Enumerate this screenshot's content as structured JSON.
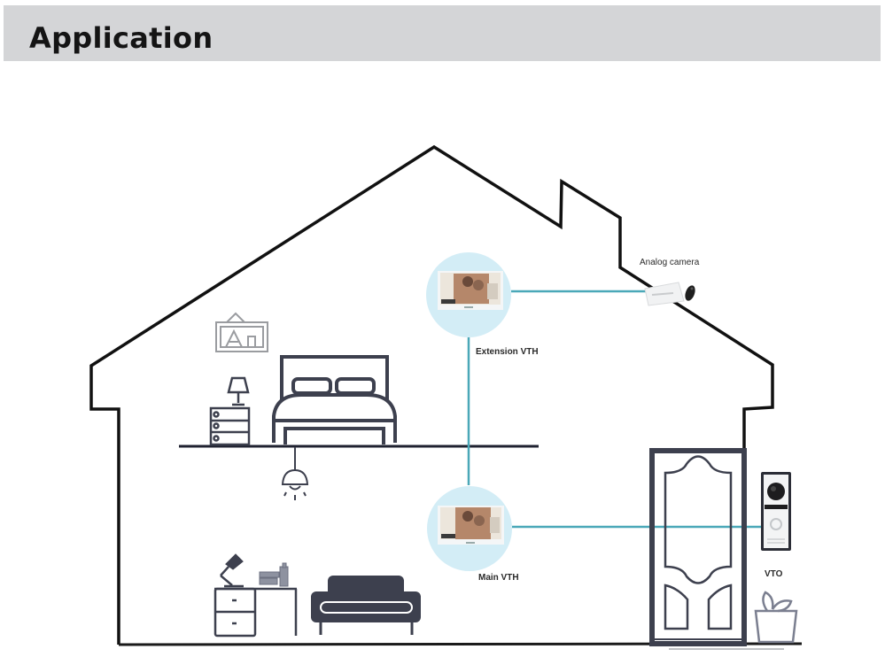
{
  "header": {
    "title": "Application"
  },
  "diagram": {
    "labels": {
      "analog_camera": "Analog camera",
      "extension_vth": "Extension VTH",
      "main_vth": "Main VTH",
      "vto": "VTO"
    },
    "devices": [
      {
        "id": "analog_camera",
        "type": "camera"
      },
      {
        "id": "extension_vth",
        "type": "indoor-monitor"
      },
      {
        "id": "main_vth",
        "type": "indoor-monitor"
      },
      {
        "id": "vto",
        "type": "door-station"
      }
    ],
    "connections": [
      {
        "from": "extension_vth",
        "to": "analog_camera"
      },
      {
        "from": "extension_vth",
        "to": "main_vth"
      },
      {
        "from": "main_vth",
        "to": "vto"
      }
    ],
    "colors": {
      "outline": "#111111",
      "furniture": "#3d404e",
      "wire": "#4aa8b8",
      "device_halo": "#d3edf6",
      "header_bg": "#d4d5d7"
    }
  }
}
